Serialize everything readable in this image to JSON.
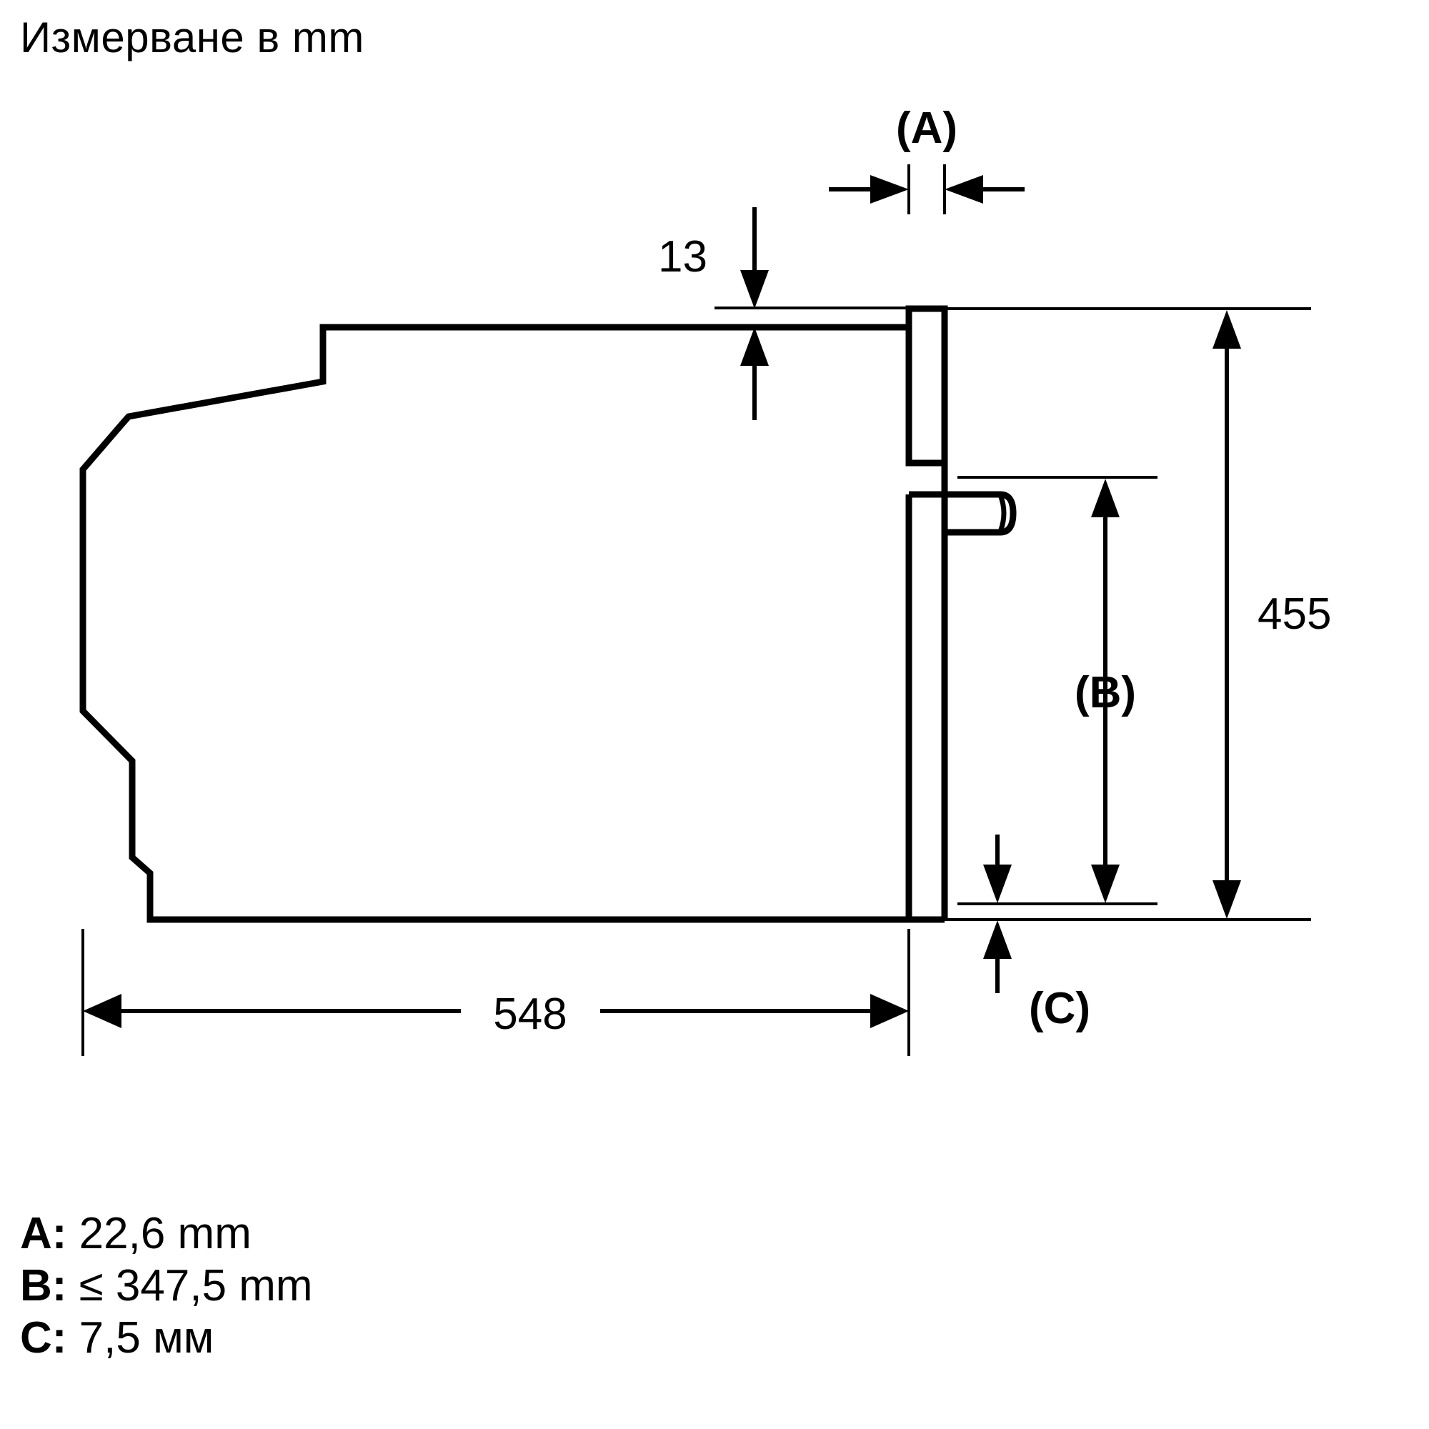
{
  "title": "Измерване в mm",
  "drawing": {
    "type": "technical-dimension-drawing",
    "subject": "built-in oven side view",
    "unit": "mm"
  },
  "dimensions": {
    "top_gap": "13",
    "height_overall": "455",
    "depth_overall": "548",
    "ref_a": "(A)",
    "ref_b": "(B)",
    "ref_c": "(C)"
  },
  "legend": [
    {
      "key": "A:",
      "value": "22,6 mm"
    },
    {
      "key": "B:",
      "value": "≤ 347,5 mm"
    },
    {
      "key": "C:",
      "value": "7,5 мм"
    }
  ],
  "colors": {
    "stroke": "#000000",
    "background": "#ffffff"
  }
}
